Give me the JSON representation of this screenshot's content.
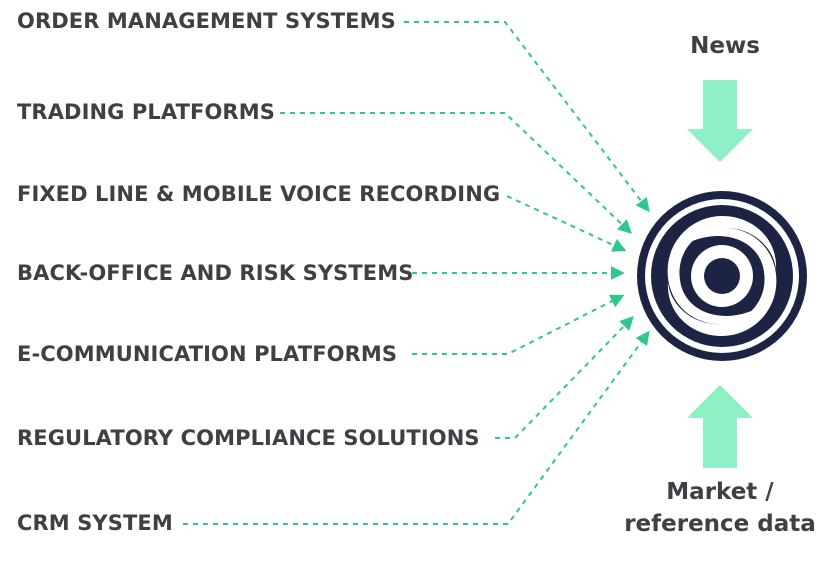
{
  "sources": [
    {
      "label": "ORDER MANAGEMENT SYSTEMS"
    },
    {
      "label": "TRADING PLATFORMS"
    },
    {
      "label": "FIXED LINE & MOBILE VOICE RECORDING"
    },
    {
      "label": "BACK-OFFICE AND RISK SYSTEMS"
    },
    {
      "label": "E-COMMUNICATION PLATFORMS"
    },
    {
      "label": "REGULATORY COMPLIANCE SOLUTIONS"
    },
    {
      "label": "CRM SYSTEM"
    }
  ],
  "news": {
    "label": "News"
  },
  "market": {
    "line1": "Market /",
    "line2": "reference data"
  },
  "colors": {
    "connector": "#2ec98a",
    "big_arrow": "#8ff0c8",
    "logo_dark": "#1d2343",
    "text": "#3f3f45"
  },
  "icons": {
    "hub": "swirl-logo-icon",
    "news_arrow": "arrow-down-icon",
    "market_arrow": "arrow-up-icon"
  }
}
